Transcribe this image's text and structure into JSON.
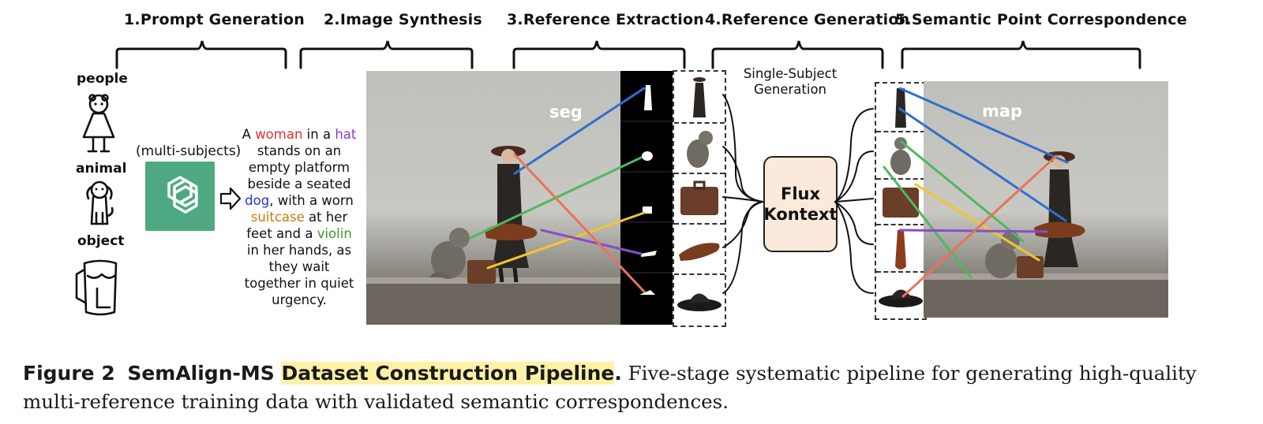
{
  "stages": [
    "1.Prompt Generation",
    "2.Image Synthesis",
    "3.Reference Extraction",
    "4.Reference Generation",
    "5.Semantic Point Correspondence"
  ],
  "categories": {
    "people": "people",
    "animal": "animal",
    "object": "object"
  },
  "multi_subjects_label": "(multi-subjects)",
  "prompt_parts": [
    "A ",
    "woman",
    " in a ",
    "hat",
    " stands on an empty platform beside a seated ",
    "dog",
    ", with a worn ",
    "suitcase",
    " at her feet and a ",
    "violin",
    " in her hands, as they wait together in quiet urgency."
  ],
  "seg_label": "seg",
  "map_label": "map",
  "single_subject_label": "Single-Subject Generation",
  "flux_line1": "Flux",
  "flux_line2": "Kontext",
  "caption": {
    "fig_label": "Figure 2",
    "title_plain": "SemAlign-MS ",
    "title_highlight": "Dataset Construction Pipeline",
    "title_end": ".",
    "body": " Five-stage systematic pipeline for generating high-quality multi-reference training data with validated semantic correspondences."
  },
  "colors": {
    "woman": "#e0322f",
    "hat": "#8a3bd1",
    "dog": "#2434c7",
    "suitcase": "#c77b12",
    "violin": "#3a9a2a",
    "line_blue": "#2f6fd0",
    "line_green": "#4db860",
    "line_yellow": "#f2c531",
    "line_purple": "#8a4cc9",
    "line_orange": "#e8735a",
    "gpt_bg": "#4ea982",
    "flux_bg": "#fbeadb",
    "highlight": "#fdf1a8"
  },
  "icons": [
    "person-icon",
    "dog-icon",
    "mug-icon",
    "openai-logo-icon",
    "arrow-right-icon"
  ]
}
